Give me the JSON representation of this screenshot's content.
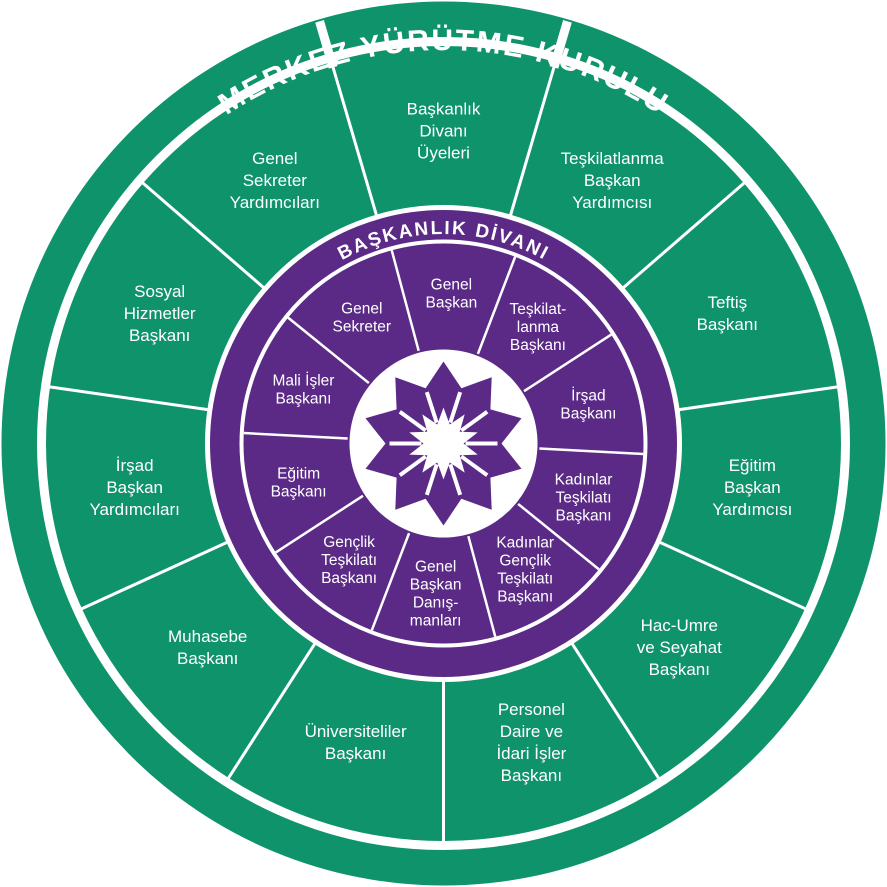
{
  "outer_ring": {
    "title": "MERKEZ YÜRÜTME KURULU",
    "color": "#0f936b",
    "segments": [
      {
        "lines": [
          "Başkanlık",
          "Divanı",
          "Üyeleri"
        ]
      },
      {
        "lines": [
          "Teşkilatlanma",
          "Başkan",
          "Yardımcısı"
        ]
      },
      {
        "lines": [
          "Teftiş",
          "Başkanı"
        ]
      },
      {
        "lines": [
          "Eğitim",
          "Başkan",
          "Yardımcısı"
        ]
      },
      {
        "lines": [
          "Hac-Umre",
          "ve Seyahat",
          "Başkanı"
        ]
      },
      {
        "lines": [
          "Personel",
          "Daire ve",
          "İdari İşler",
          "Başkanı"
        ]
      },
      {
        "lines": [
          "Üniversiteliler",
          "Başkanı"
        ]
      },
      {
        "lines": [
          "Muhasebe",
          "Başkanı"
        ]
      },
      {
        "lines": [
          "İrşad",
          "Başkan",
          "Yardımcıları"
        ]
      },
      {
        "lines": [
          "Sosyal",
          "Hizmetler",
          "Başkanı"
        ]
      },
      {
        "lines": [
          "Genel",
          "Sekreter",
          "Yardımcıları"
        ]
      }
    ]
  },
  "inner_ring": {
    "title": "BAŞKANLIK DİVANI",
    "color": "#5b2a86",
    "segments": [
      {
        "lines": [
          "Genel",
          "Başkan"
        ]
      },
      {
        "lines": [
          "Teşkilat-",
          "lanma",
          "Başkanı"
        ]
      },
      {
        "lines": [
          "İrşad",
          "Başkanı"
        ]
      },
      {
        "lines": [
          "Kadınlar",
          "Teşkilatı",
          "Başkanı"
        ]
      },
      {
        "lines": [
          "Kadınlar",
          "Gençlik",
          "Teşkilatı",
          "Başkanı"
        ]
      },
      {
        "lines": [
          "Genel",
          "Başkan",
          "Danış-",
          "manları"
        ]
      },
      {
        "lines": [
          "Gençlik",
          "Teşkilatı",
          "Başkanı"
        ]
      },
      {
        "lines": [
          "Eğitim",
          "Başkanı"
        ]
      },
      {
        "lines": [
          "Mali İşler",
          "Başkanı"
        ]
      },
      {
        "lines": [
          "Genel",
          "Sekreter"
        ]
      }
    ]
  },
  "center_emblem": {
    "icon": "star-rosette-icon"
  }
}
